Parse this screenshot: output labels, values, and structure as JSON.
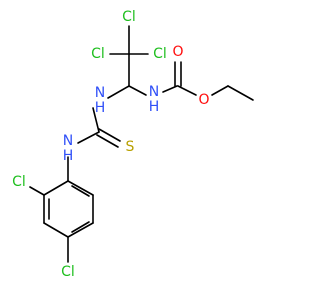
{
  "molecule": {
    "colors": {
      "bond": "#000000",
      "N": "#3050F8",
      "O": "#FF0D0D",
      "Cl": "#1FBF1F",
      "S": "#B8A000"
    },
    "atoms": [
      {
        "id": "cl_top",
        "text": "Cl",
        "element": "Cl"
      },
      {
        "id": "cl_left",
        "text": "Cl",
        "element": "Cl"
      },
      {
        "id": "cl_right",
        "text": "Cl",
        "element": "Cl"
      },
      {
        "id": "n_carbamate",
        "text": "N\nH",
        "element": "N"
      },
      {
        "id": "n_thiourea",
        "text": "N\nH",
        "element": "N"
      },
      {
        "id": "o_carbonyl",
        "text": "O",
        "element": "O"
      },
      {
        "id": "o_ester",
        "text": "O",
        "element": "O"
      },
      {
        "id": "s_thio",
        "text": "S",
        "element": "S"
      },
      {
        "id": "n_aryl",
        "text": "N\nH",
        "element": "N"
      },
      {
        "id": "cl_ring_ortho",
        "text": "Cl",
        "element": "Cl"
      },
      {
        "id": "cl_ring_para",
        "text": "Cl",
        "element": "Cl"
      }
    ]
  }
}
